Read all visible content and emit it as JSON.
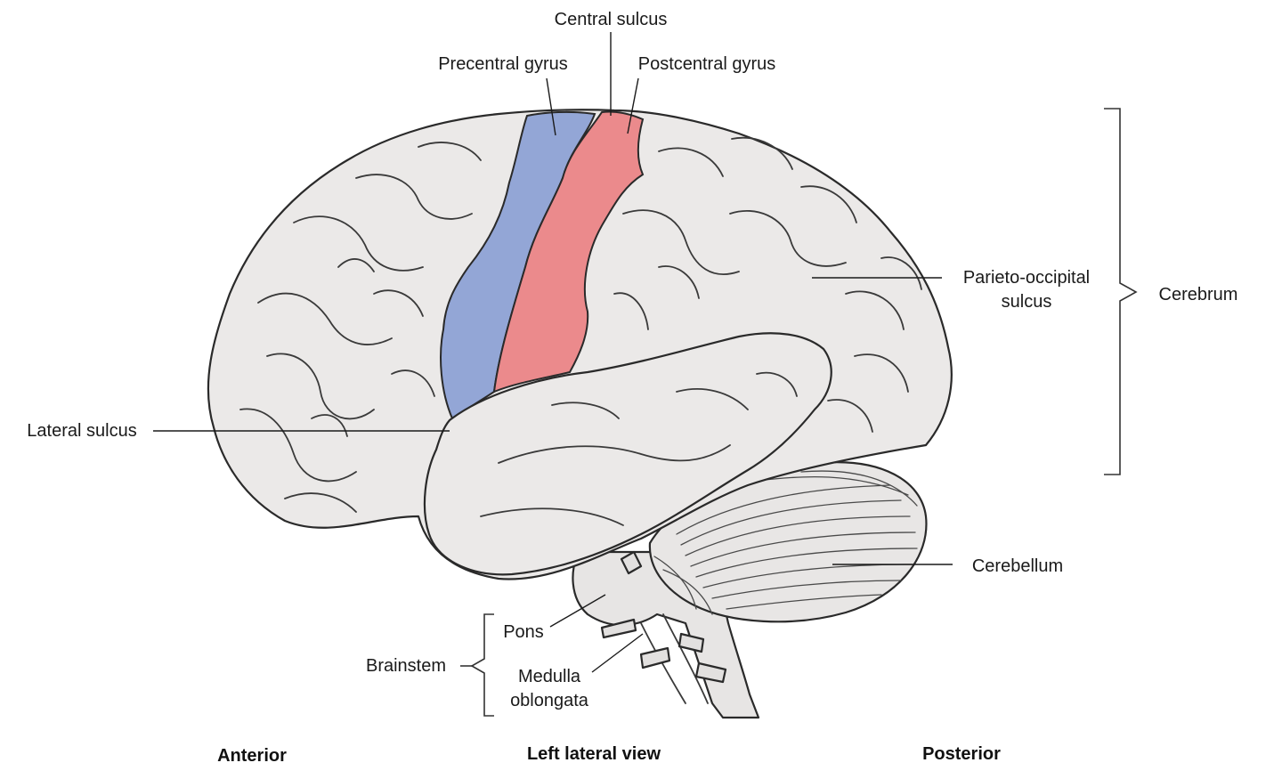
{
  "diagram": {
    "labels": {
      "central_sulcus": "Central sulcus",
      "precentral_gyrus": "Precentral gyrus",
      "postcentral_gyrus": "Postcentral gyrus",
      "parieto_occipital_line1": "Parieto-occipital",
      "parieto_occipital_line2": "sulcus",
      "cerebrum": "Cerebrum",
      "lateral_sulcus": "Lateral sulcus",
      "cerebellum": "Cerebellum",
      "pons": "Pons",
      "brainstem": "Brainstem",
      "medulla_line1": "Medulla",
      "medulla_line2": "oblongata"
    },
    "footer": {
      "anterior": "Anterior",
      "view": "Left lateral view",
      "posterior": "Posterior"
    },
    "colors": {
      "brain_fill": "#ebe9e8",
      "precentral_fill": "#93a6d6",
      "postcentral_fill": "#eb8a8c",
      "outline": "#2a2a2a"
    }
  }
}
